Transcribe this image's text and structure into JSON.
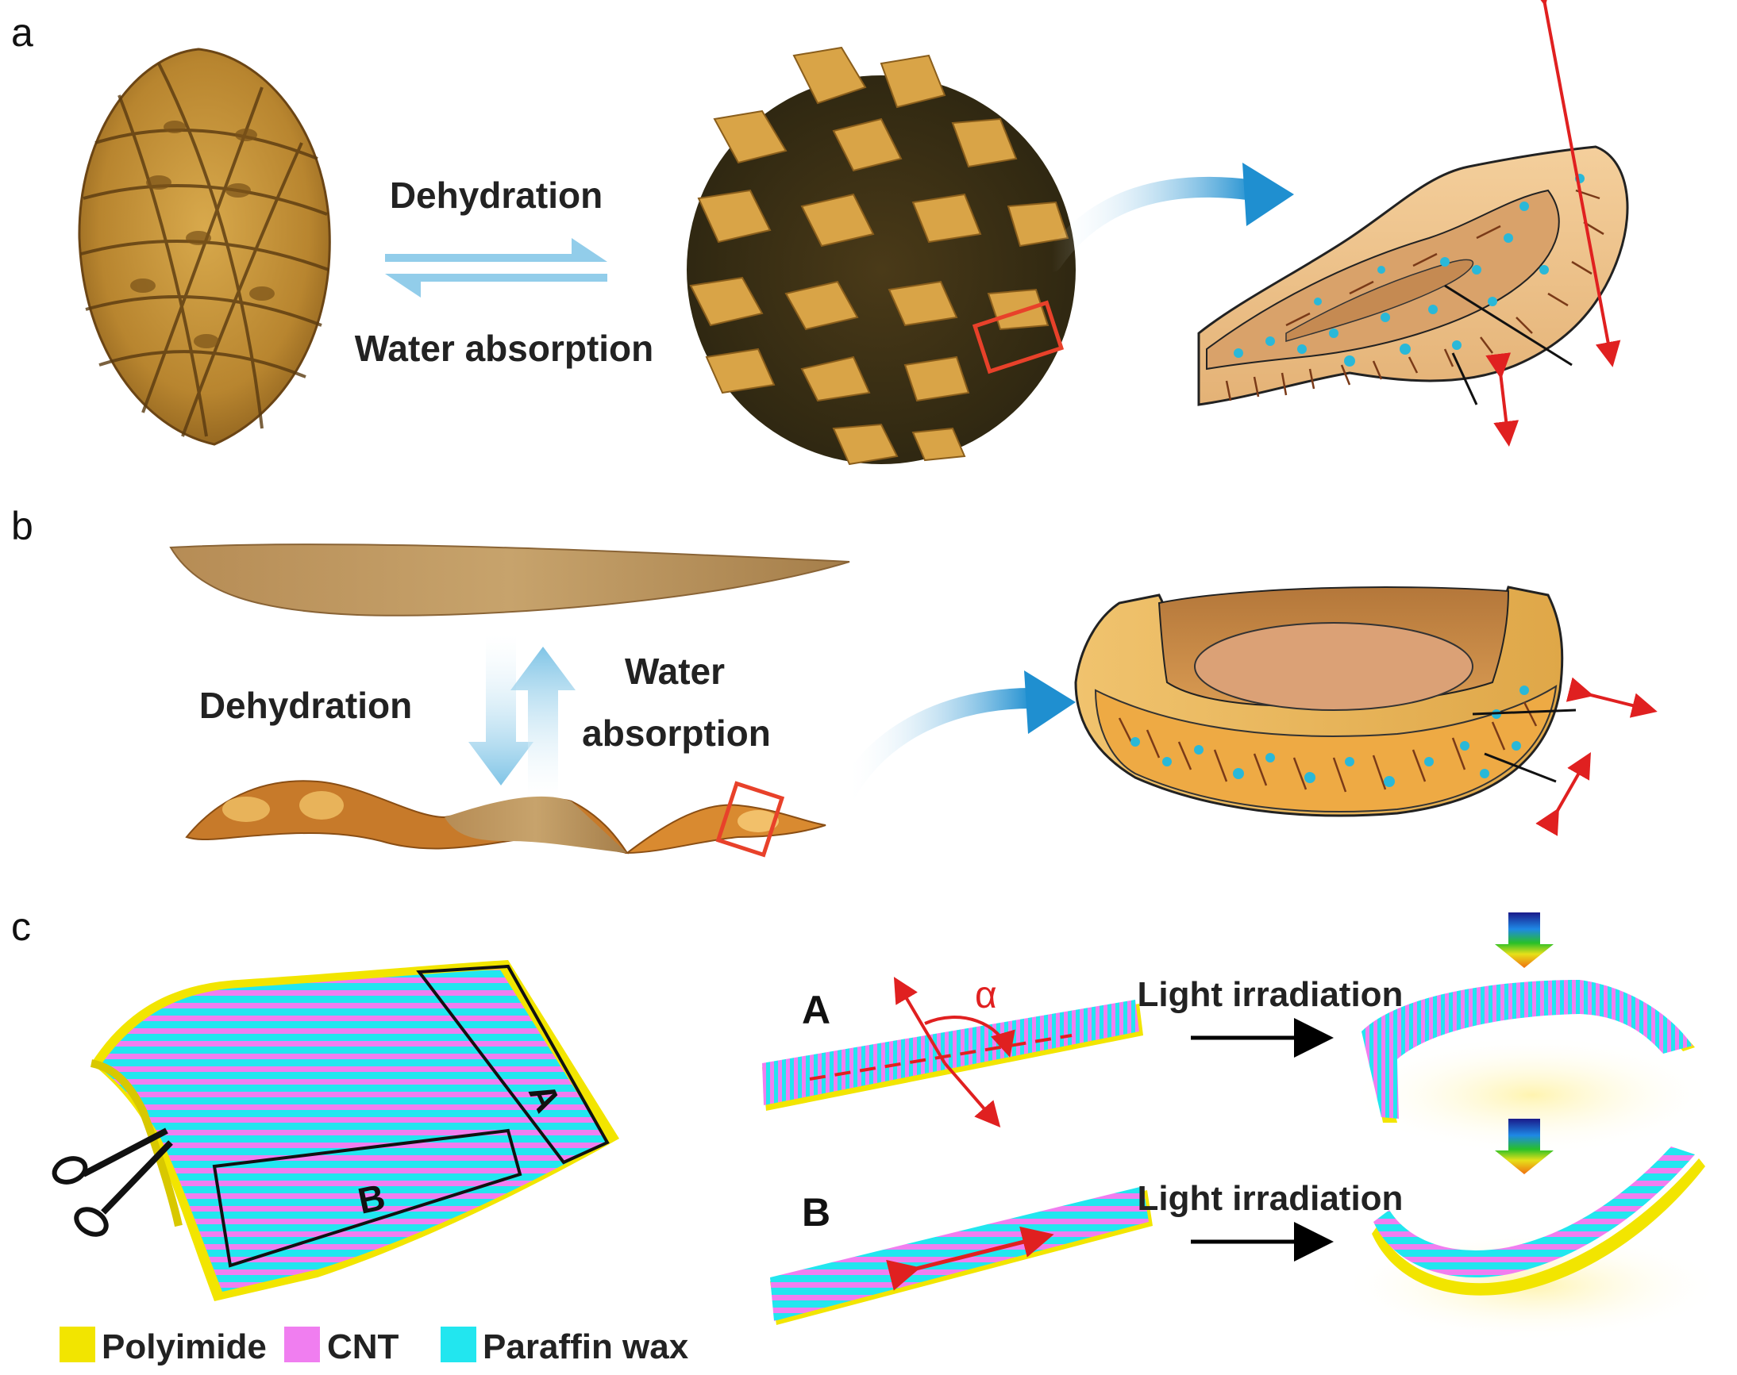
{
  "panels": {
    "a": {
      "label": "a",
      "forward_text": "Dehydration",
      "reverse_text": "Water absorption"
    },
    "b": {
      "label": "b",
      "forward_text": "Dehydration",
      "reverse_text_line1": "Water",
      "reverse_text_line2": "absorption"
    },
    "c": {
      "label": "c",
      "sheet_label_a": "A",
      "sheet_label_b": "B",
      "strip_a_label": "A",
      "strip_b_label": "B",
      "angle_symbol": "α",
      "process_a": "Light irradiation",
      "process_b": "Light irradiation"
    }
  },
  "legend": [
    {
      "label": "Polyimide",
      "color": "#f2e500"
    },
    {
      "label": "CNT",
      "color": "#f07ef0"
    },
    {
      "label": "Paraffin wax",
      "color": "#22e6ef"
    }
  ],
  "colors": {
    "arrow_light_blue": "#8ecfe8",
    "arrow_blue": "#1f8fd0",
    "highlight_red": "#e8412a",
    "force_red": "#e02020"
  }
}
